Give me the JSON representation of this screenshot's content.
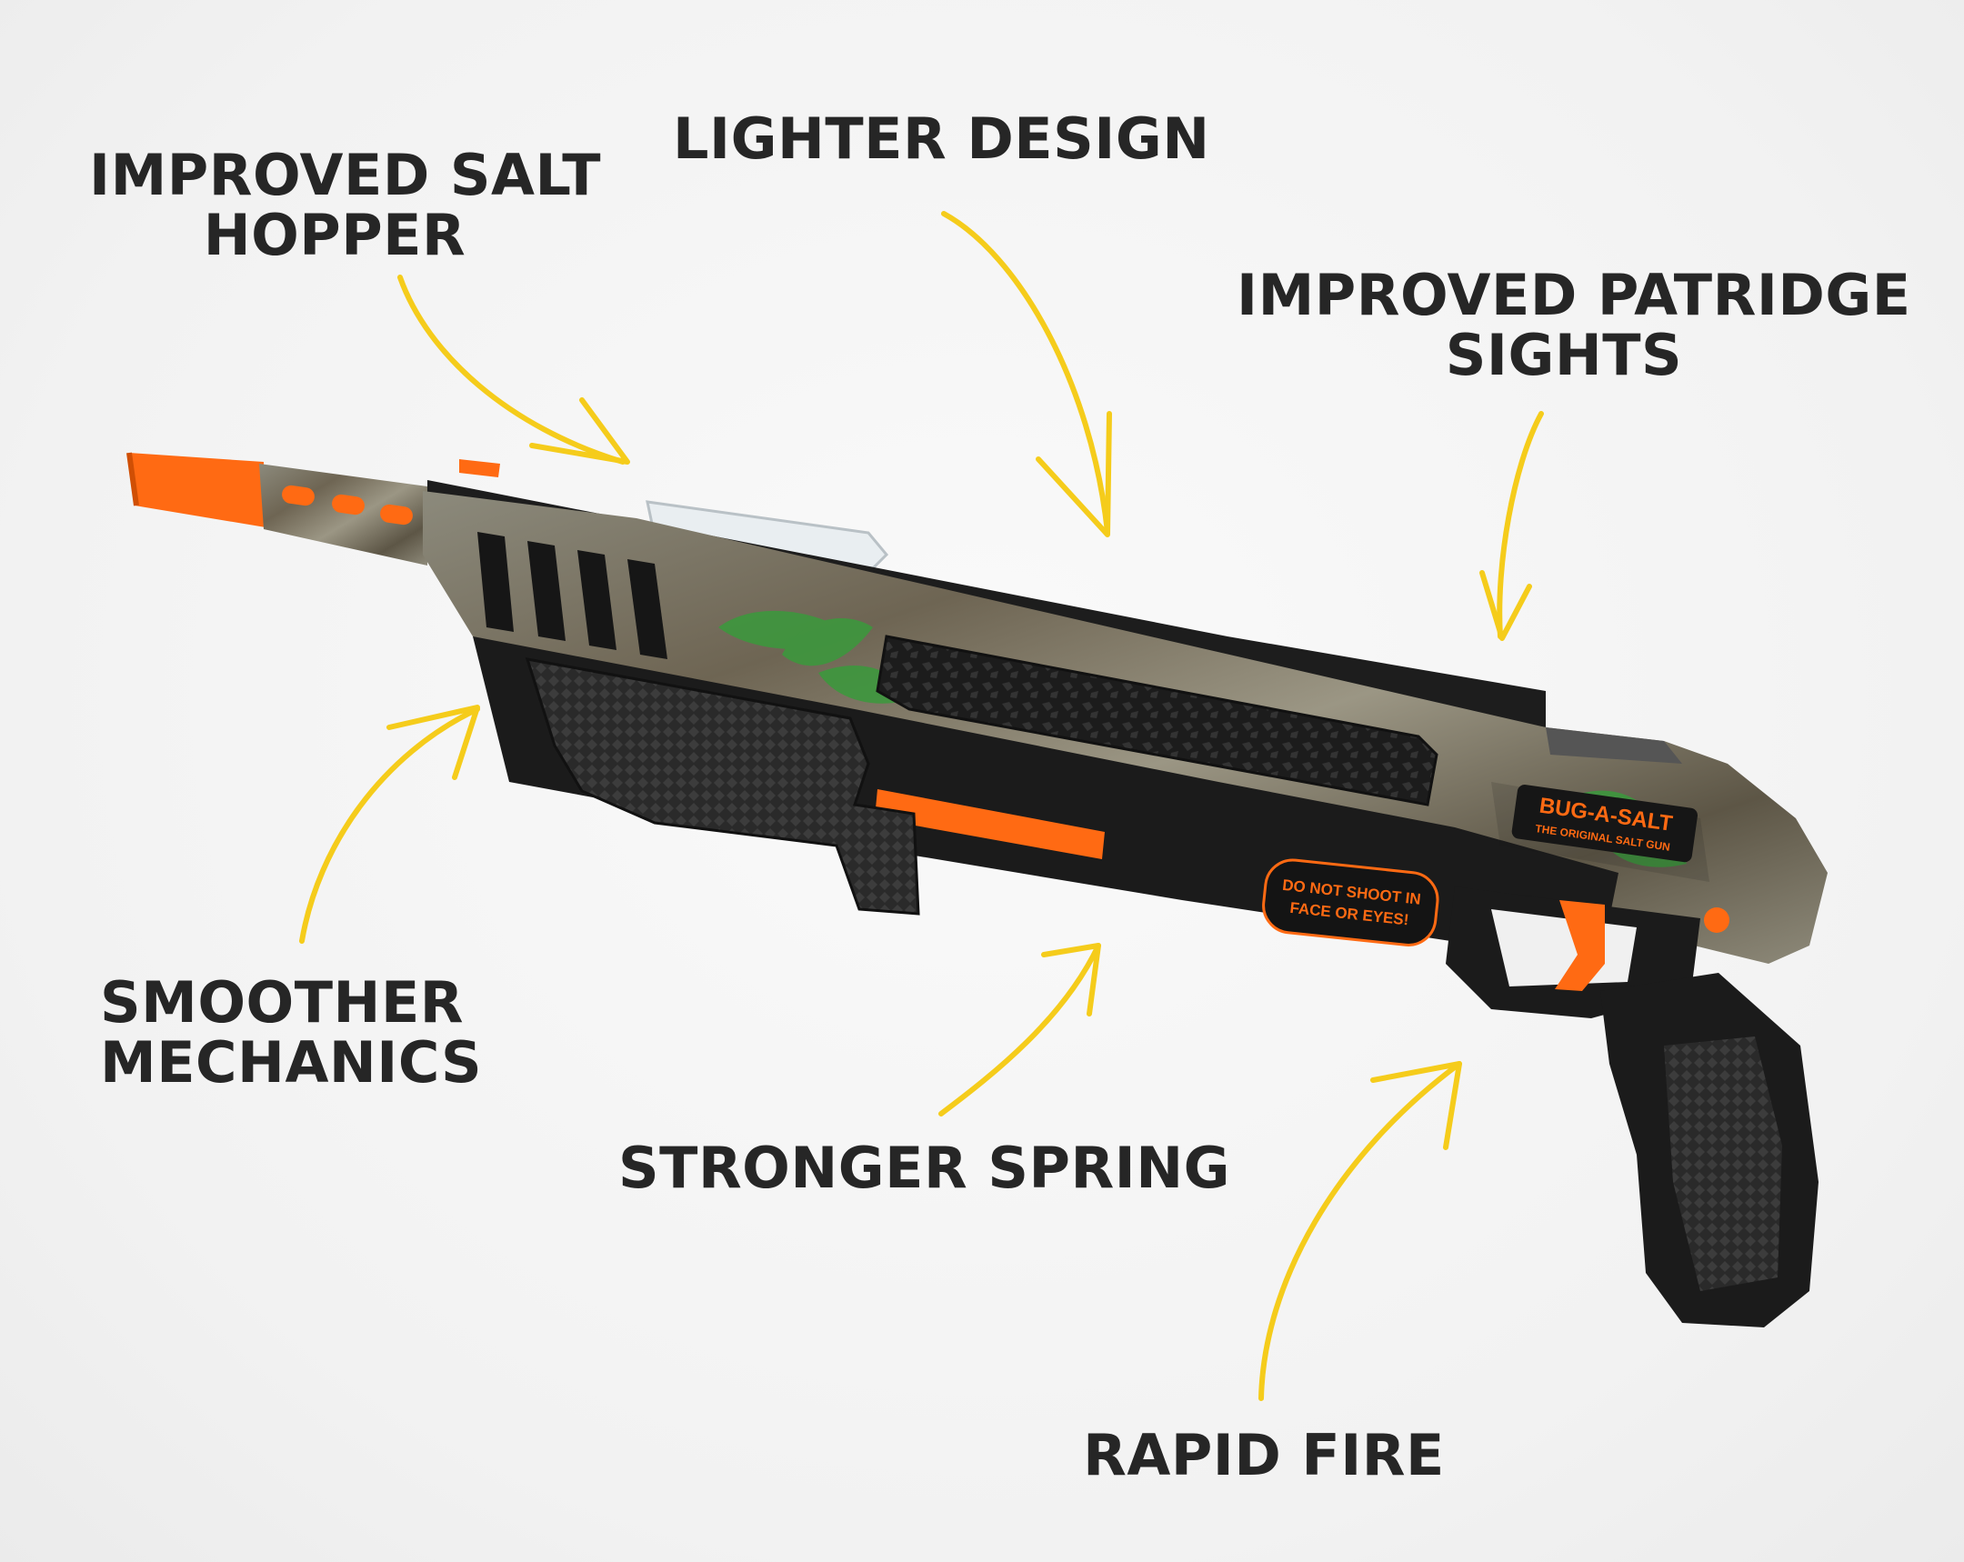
{
  "callouts": {
    "salt_hopper": [
      "IMPROVED SALT",
      "HOPPER"
    ],
    "lighter_design": [
      "LIGHTER DESIGN"
    ],
    "patridge_sights": [
      "IMPROVED PATRIDGE",
      "SIGHTS"
    ],
    "smoother_mechanics": [
      "SMOOTHER",
      "MECHANICS"
    ],
    "stronger_spring": [
      "STRONGER SPRING"
    ],
    "rapid_fire": [
      "RAPID FIRE"
    ]
  },
  "product": {
    "logo_text": "BUG-A-SALT",
    "logo_tagline": "THE ORIGINAL SALT GUN",
    "warning_line1": "DO NOT SHOOT IN",
    "warning_line2": "FACE OR EYES!"
  },
  "colors": {
    "background": "#f3f3f3",
    "arrow_yellow": "#f5cc1b",
    "text_dark": "#262626",
    "body_black": "#1d1d1d",
    "accent_orange": "#ff6a13",
    "camo_leaf_green": "#3a9a3c"
  }
}
